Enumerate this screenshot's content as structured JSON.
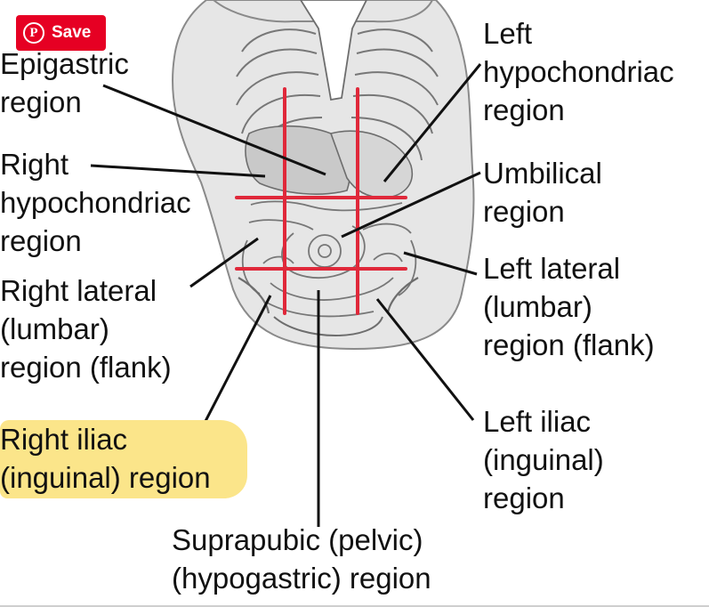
{
  "save_button": {
    "label": "Save",
    "icon": "pinterest-icon",
    "color": "#e60023"
  },
  "highlight_color": "#fbe58a",
  "grid_line_color": "#e0283a",
  "labels": {
    "epigastric": "Epigastric\nregion",
    "right_hypochondriac": "Right\nhypochondriac\nregion",
    "right_lateral": "Right lateral\n(lumbar)\nregion (flank)",
    "right_iliac": "Right iliac\n(inguinal) region",
    "left_hypochondriac": "Left\nhypochondriac\nregion",
    "umbilical": "Umbilical\nregion",
    "left_lateral": "Left lateral\n(lumbar)\nregion (flank)",
    "left_iliac": "Left iliac\n(inguinal)\nregion",
    "suprapubic": "Suprapubic (pelvic)\n(hypogastric) region"
  }
}
